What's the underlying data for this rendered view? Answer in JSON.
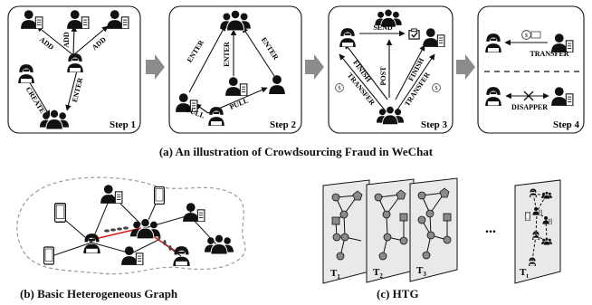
{
  "panel_a": {
    "caption": "(a) An illustration of  Crowdsourcing Fraud in WeChat",
    "steps": [
      {
        "label": "Step 1",
        "edge_labels": [
          "ADD",
          "ADD",
          "ADD",
          "CREATE",
          "ENTER"
        ]
      },
      {
        "label": "Step 2",
        "edge_labels": [
          "ENTER",
          "ENTER",
          "ENTER",
          "PULL",
          "PULL"
        ]
      },
      {
        "label": "Step 3",
        "edge_labels": [
          "SEND",
          "FINISH",
          "FINISH",
          "TRANSFER",
          "POST",
          "TRANSFER"
        ]
      },
      {
        "label": "Step 4",
        "edge_labels": [
          "TRANSFER",
          "DISAPPER"
        ]
      }
    ]
  },
  "panel_b": {
    "caption": "(b) Basic Heterogeneous Graph"
  },
  "panel_c": {
    "caption": "(c) HTG",
    "ellipsis": "...",
    "slices": [
      {
        "label": "T",
        "sub": "1"
      },
      {
        "label": "T",
        "sub": "2"
      },
      {
        "label": "T",
        "sub": "3"
      },
      {
        "label": "T",
        "sub": "t"
      }
    ]
  },
  "colors": {
    "node_gray": "#8a8a8a",
    "relation_red": "#d42020",
    "arrow_gray": "#8c8c8c",
    "slice_fill": "#e9e9e9"
  }
}
